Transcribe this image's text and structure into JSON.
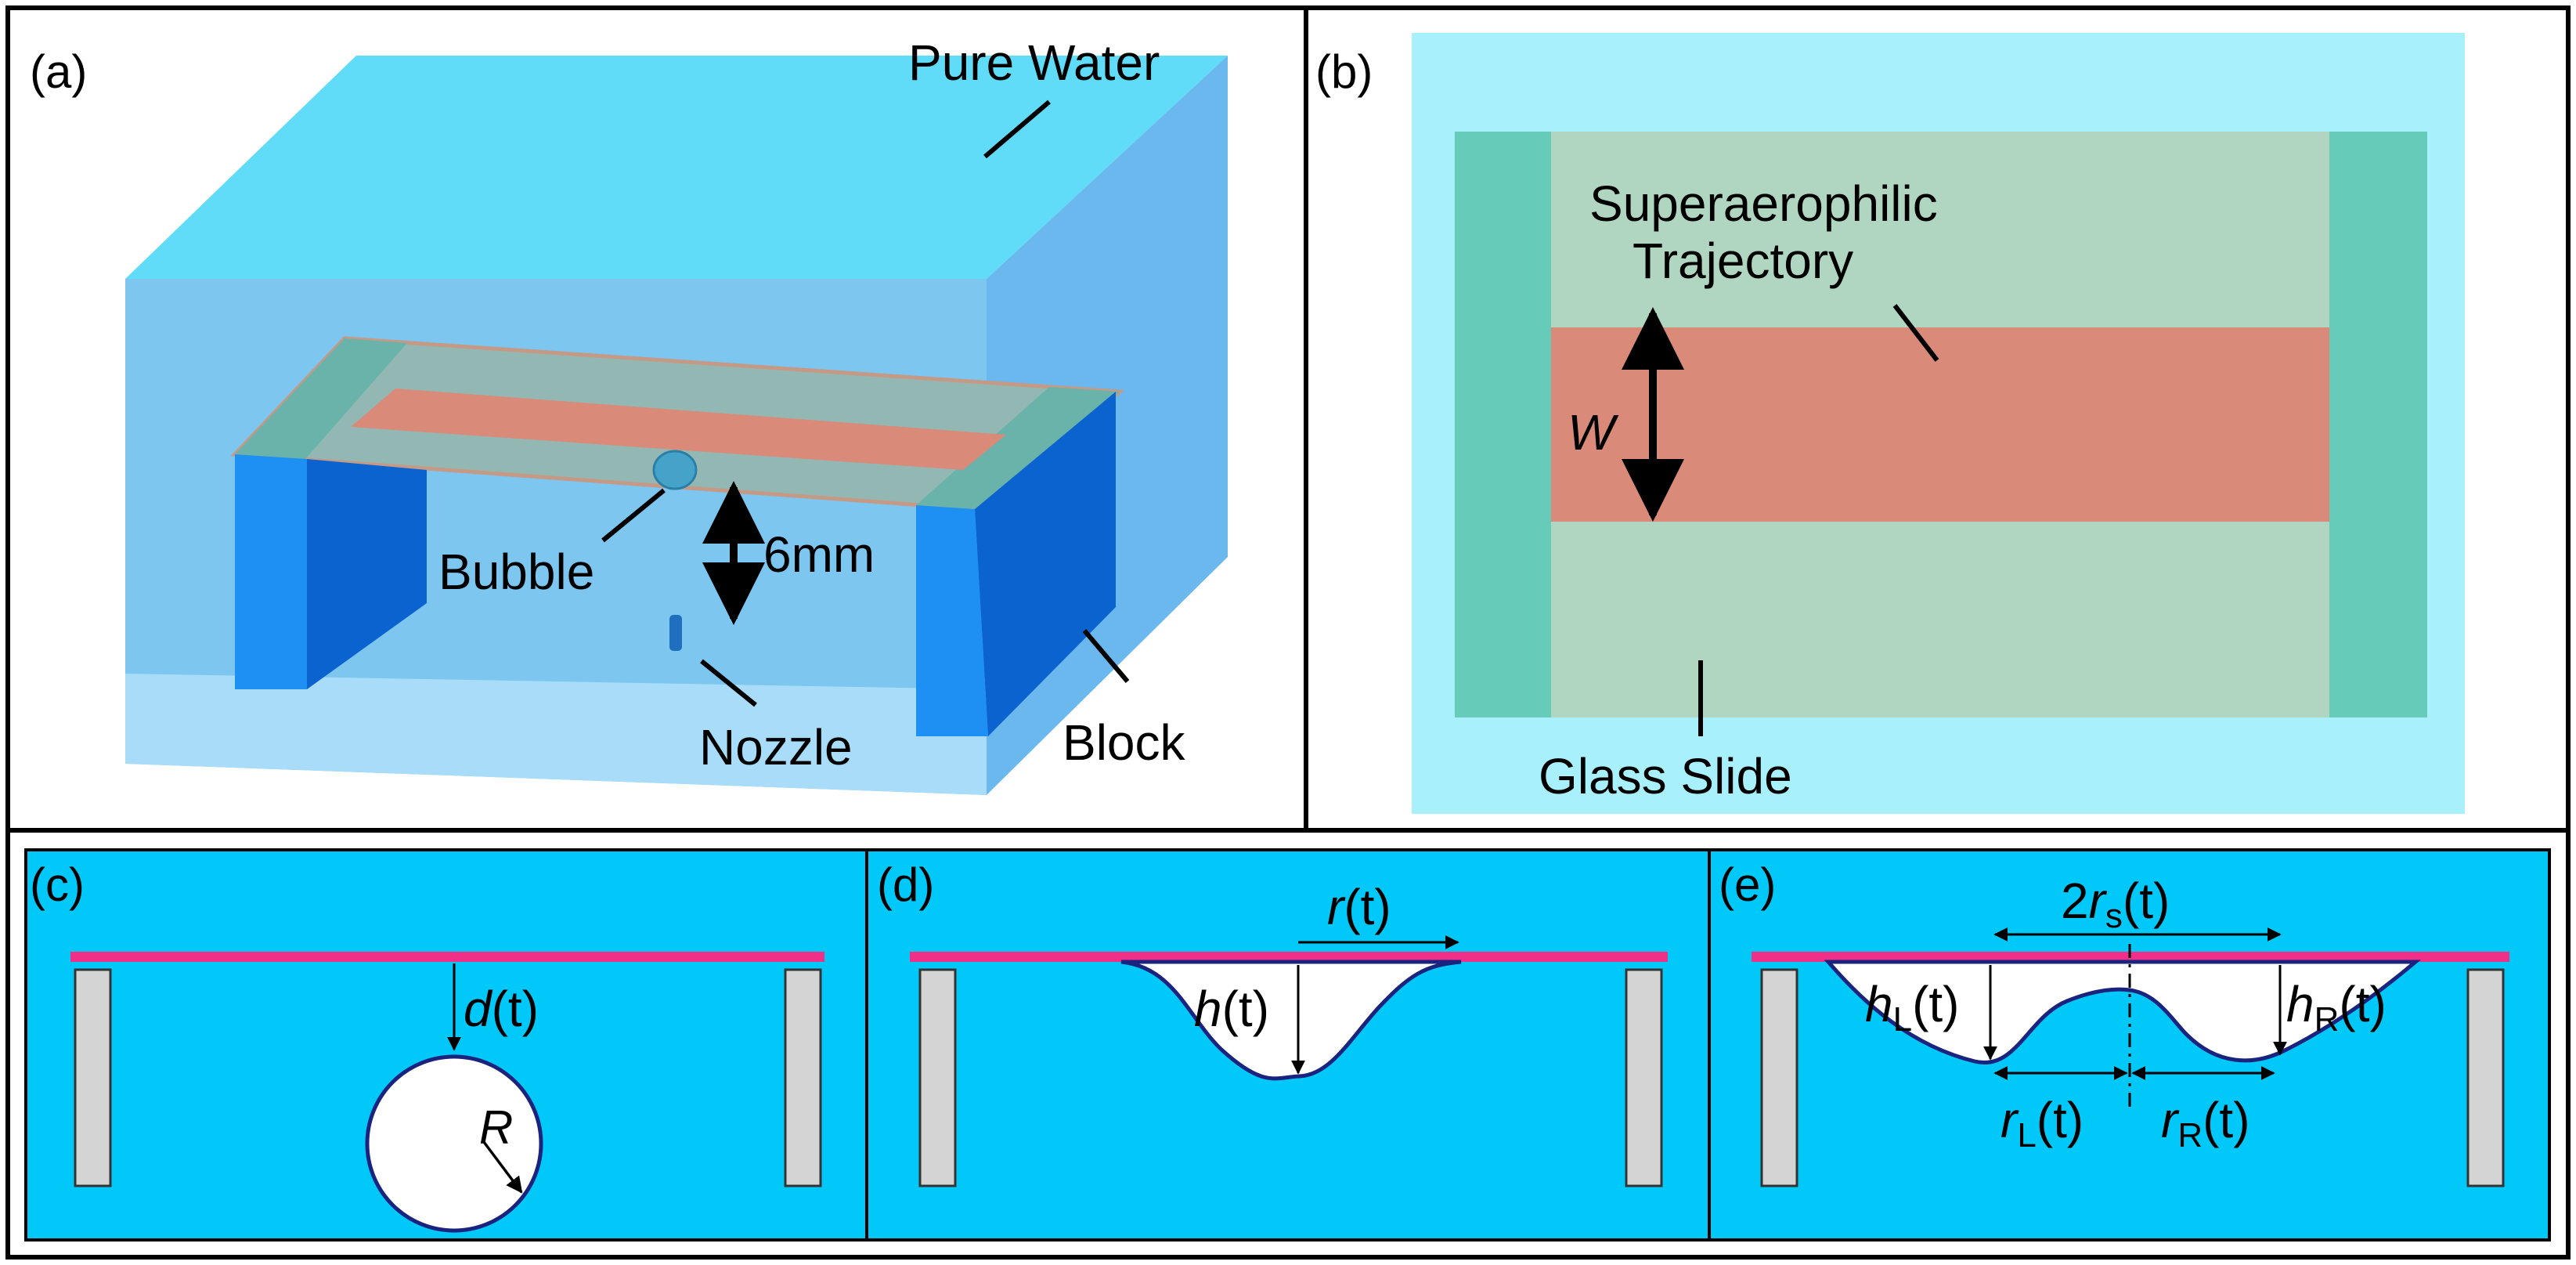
{
  "panels": {
    "a": {
      "tag": "(a)",
      "labels": {
        "pure_water": "Pure Water",
        "bubble": "Bubble",
        "distance": "6mm",
        "nozzle": "Nozzle",
        "block": "Block"
      }
    },
    "b": {
      "tag": "(b)",
      "labels": {
        "trajectory_line1": "Superaerophilic",
        "trajectory_line2": "Trajectory",
        "width": "W",
        "glass_slide": "Glass Slide"
      }
    },
    "c": {
      "tag": "(c)",
      "labels": {
        "d_sym": "d",
        "d_arg": "(t)",
        "radius": "R"
      }
    },
    "d": {
      "tag": "(d)",
      "labels": {
        "r_sym": "r",
        "r_arg": "(t)",
        "h_sym": "h",
        "h_arg": "(t)"
      }
    },
    "e": {
      "tag": "(e)",
      "labels": {
        "rs_coef": "2",
        "rs_sym": "r",
        "rs_sub": "s",
        "rs_arg": "(t)",
        "hL_sym": "h",
        "hL_sub": "L",
        "hL_arg": "(t)",
        "hR_sym": "h",
        "hR_sub": "R",
        "hR_arg": "(t)",
        "rL_sym": "r",
        "rL_sub": "L",
        "rL_arg": "(t)",
        "rR_sym": "r",
        "rR_sub": "R",
        "rR_arg": "(t)"
      }
    }
  },
  "colors": {
    "water_box": "#5fd9f6",
    "water_front": "#7cc6f0",
    "block": "#1a8ff0",
    "trajectory": "#d98a79",
    "glass": "#b3d9c6",
    "glass_edge": "#66cbb8",
    "panel_b_bg": "#a8f0fb",
    "lower_bg": "#00c8f8",
    "slide_pink": "#ef2f88",
    "pillar": "#d4d4d4",
    "bubble_outline": "#1a237e"
  }
}
